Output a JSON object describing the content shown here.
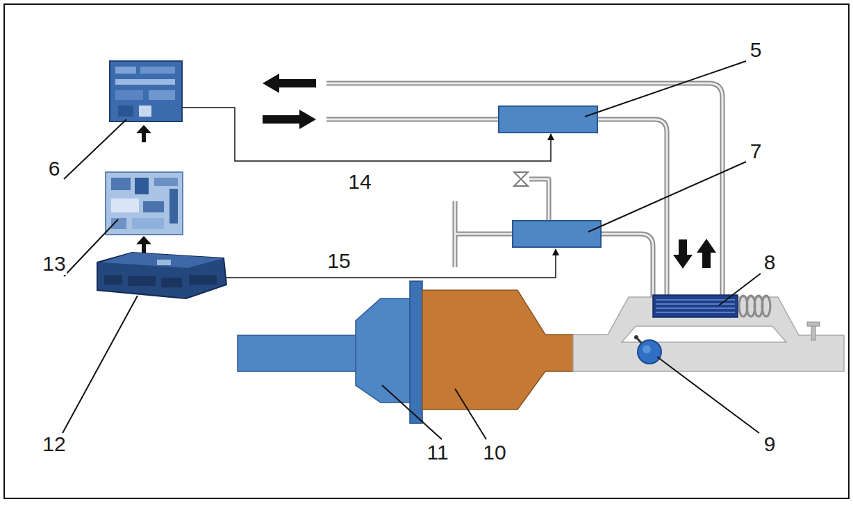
{
  "diagram": {
    "labels": [
      "5",
      "6",
      "14",
      "7",
      "13",
      "15",
      "8",
      "12",
      "11",
      "10",
      "9"
    ]
  }
}
